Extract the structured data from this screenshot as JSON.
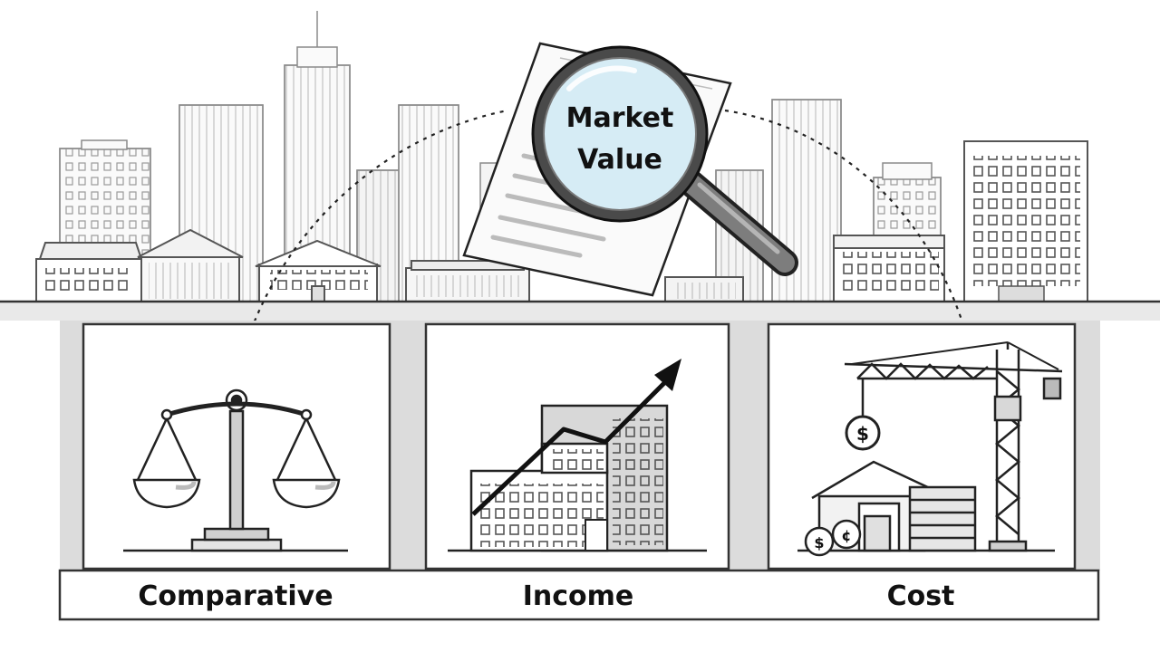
{
  "center": {
    "line1": "Market",
    "line2": "Value"
  },
  "approaches": [
    {
      "label": "Comparative",
      "icon": "balance-scale-icon"
    },
    {
      "label": "Income",
      "icon": "rising-chart-building-icon"
    },
    {
      "label": "Cost",
      "icon": "construction-crane-icon"
    }
  ],
  "symbols": {
    "dollar": "$",
    "cent": "¢"
  },
  "colors": {
    "ink": "#1a1a1a",
    "lens": "#d6ecf5",
    "ground": "#e9e9e9"
  }
}
